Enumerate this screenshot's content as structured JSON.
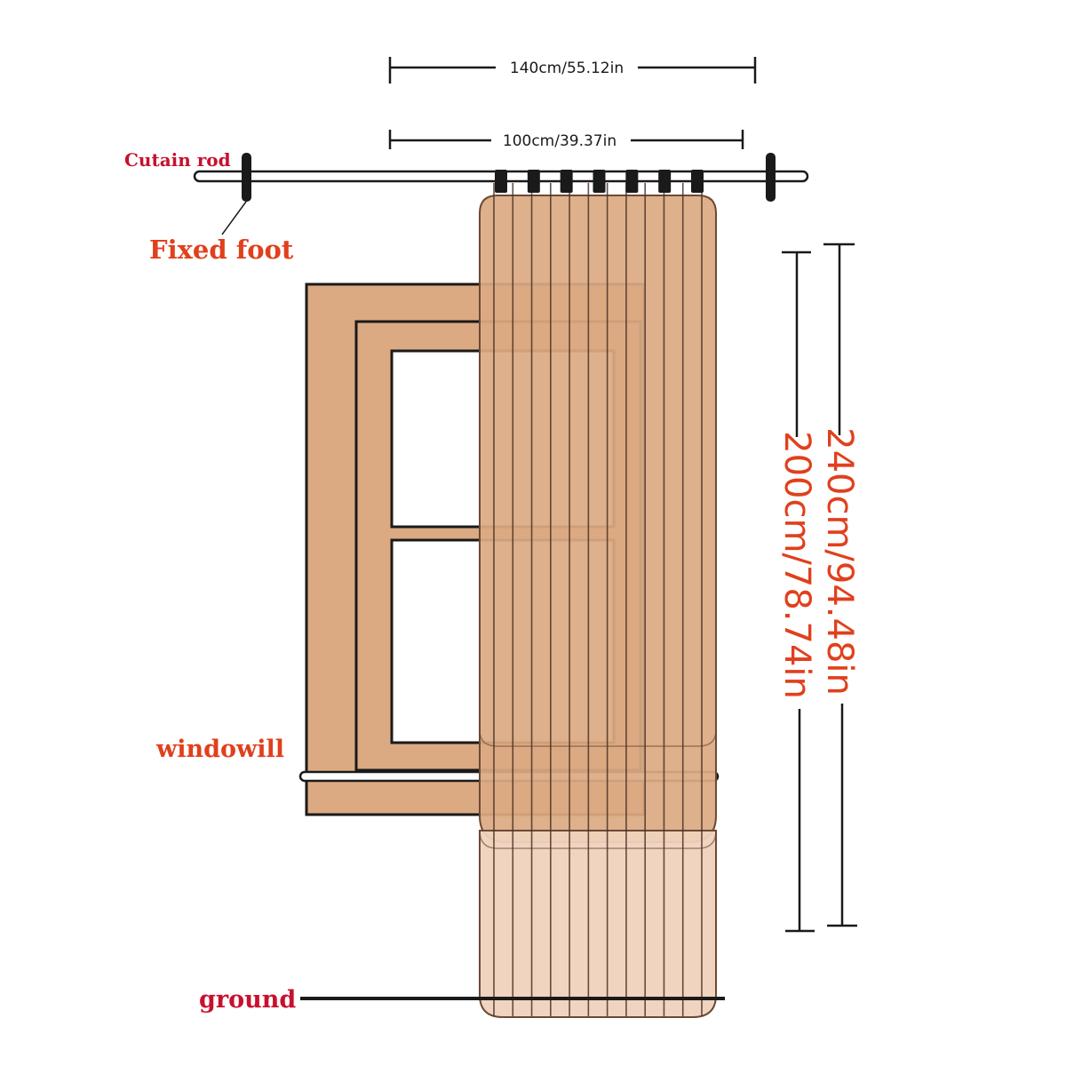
{
  "dimensions": {
    "outer_width": "140cm/55.12in",
    "rod_width": "100cm/39.37in",
    "total_length": "240cm/94.48in",
    "curtain_length": "200cm/78.74in"
  },
  "labels": {
    "curtain_rod": "Cutain rod",
    "fixed_foot": "Fixed foot",
    "windowsill": "windowill",
    "ground": "ground"
  },
  "colors": {
    "curtain": "#dcaa82",
    "curtain_light": "#efd2bc",
    "window_frame": "#dcaa82",
    "label_red": "#e0401c",
    "label_dark_red": "#c8102e",
    "line": "#1a1a1a"
  },
  "curtain": {
    "tab_count": 7,
    "pleat_count": 12
  }
}
